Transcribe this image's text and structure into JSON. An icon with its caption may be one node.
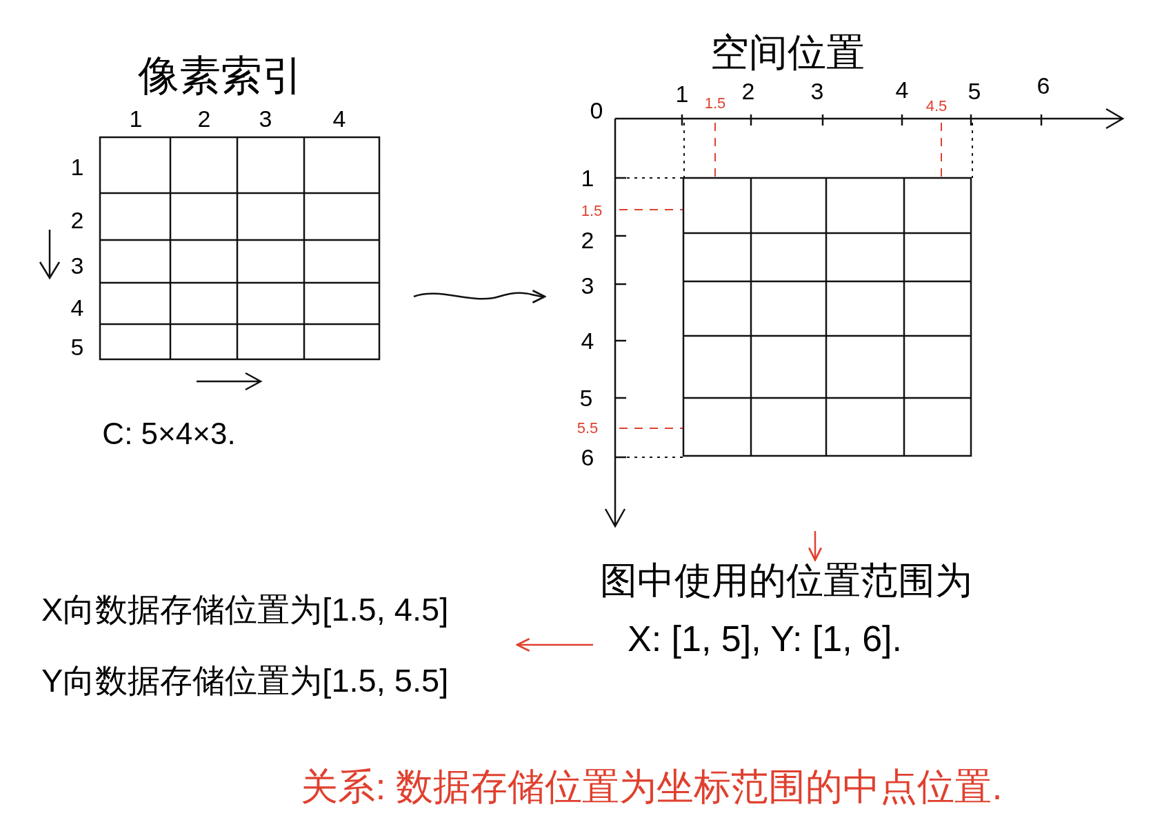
{
  "diagram": {
    "nodes": [
      {
        "text": [
          "像素索引"
        ]
      },
      {
        "text": [
          "空间位置"
        ]
      },
      {
        "text": [
          "图中使用的位置范围为",
          "X: [1, 5], Y: [1, 6]."
        ]
      },
      {
        "text": [
          "X向数据存储位置为[1.5, 4.5]",
          "Y向数据存储位置为[1.5, 5.5]"
        ]
      }
    ],
    "edges": [
      {
        "from": 0,
        "to": 1,
        "arrow": "to",
        "color": "#111111"
      },
      {
        "from": 1,
        "to": 2,
        "arrow": "to",
        "color": "#e0402f"
      },
      {
        "from": 2,
        "to": 3,
        "arrow": "to",
        "color": "#e0402f"
      }
    ],
    "labels": [
      "1",
      "2",
      "3",
      "4",
      "1",
      "2",
      "3",
      "4",
      "5",
      "C: 5×4×3.",
      "0",
      "1",
      "1.5",
      "2",
      "3",
      "4",
      "4.5",
      "5",
      "6",
      "1",
      "1.5",
      "2",
      "3",
      "4",
      "5",
      "5.5",
      "6",
      "关系: 数据存储位置为坐标范围的中点位置."
    ]
  }
}
